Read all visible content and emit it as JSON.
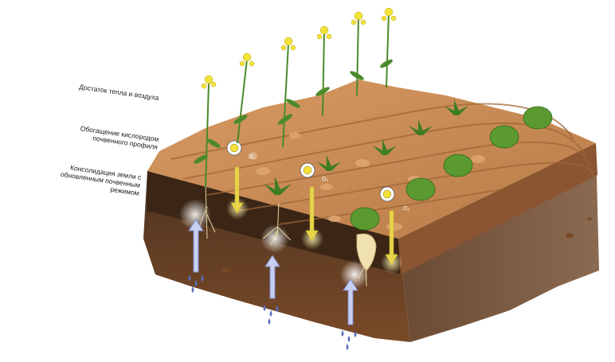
{
  "labels": {
    "heat_air": "Достаток тепла и воздуха",
    "oxygen": "Обогащение кислородом\nпочвенного профиля",
    "consolidation": "Консолидация земли с\nобновленным почвенным\nрежимом"
  },
  "o2_marker": "O₂",
  "colors": {
    "topsoil": "#c98a55",
    "topsoil_dark": "#8a5530",
    "dark_layer": "#3b2616",
    "subsoil": "#7a4a28",
    "side_right": "#6b4a33",
    "arrow_yellow": "#e8d34a",
    "arrow_blue": "#a9b6e8",
    "water_drop": "#5a6fc0",
    "plant_green": "#4a8a2a",
    "flower_yellow": "#f2e23a"
  },
  "icons": [
    "yellow-flower-icon",
    "oxygen-molecule-icon",
    "water-drop-icon",
    "sun-flower-icon"
  ]
}
